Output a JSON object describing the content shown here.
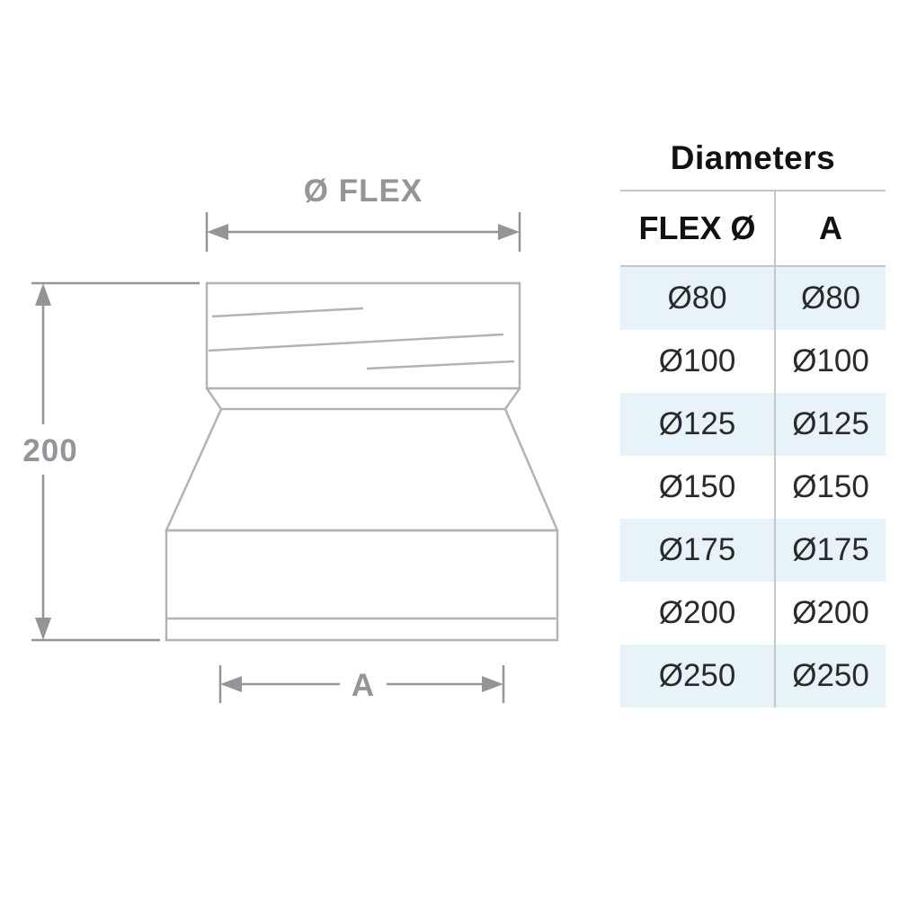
{
  "diagram": {
    "top_label": "Ø FLEX",
    "left_label": "200",
    "bottom_label": "A"
  },
  "table": {
    "title": "Diameters",
    "headers": [
      "FLEX Ø",
      "A"
    ],
    "rows": [
      [
        "Ø80",
        "Ø80"
      ],
      [
        "Ø100",
        "Ø100"
      ],
      [
        "Ø125",
        "Ø125"
      ],
      [
        "Ø150",
        "Ø150"
      ],
      [
        "Ø175",
        "Ø175"
      ],
      [
        "Ø200",
        "Ø200"
      ],
      [
        "Ø250",
        "Ø250"
      ]
    ]
  },
  "colors": {
    "drawing_stroke": "#b1b3b5",
    "dimension": "#939598",
    "row_alt_bg": "#e8f3f9",
    "table_line": "#c4c6c8",
    "text_dark": "#111111"
  }
}
